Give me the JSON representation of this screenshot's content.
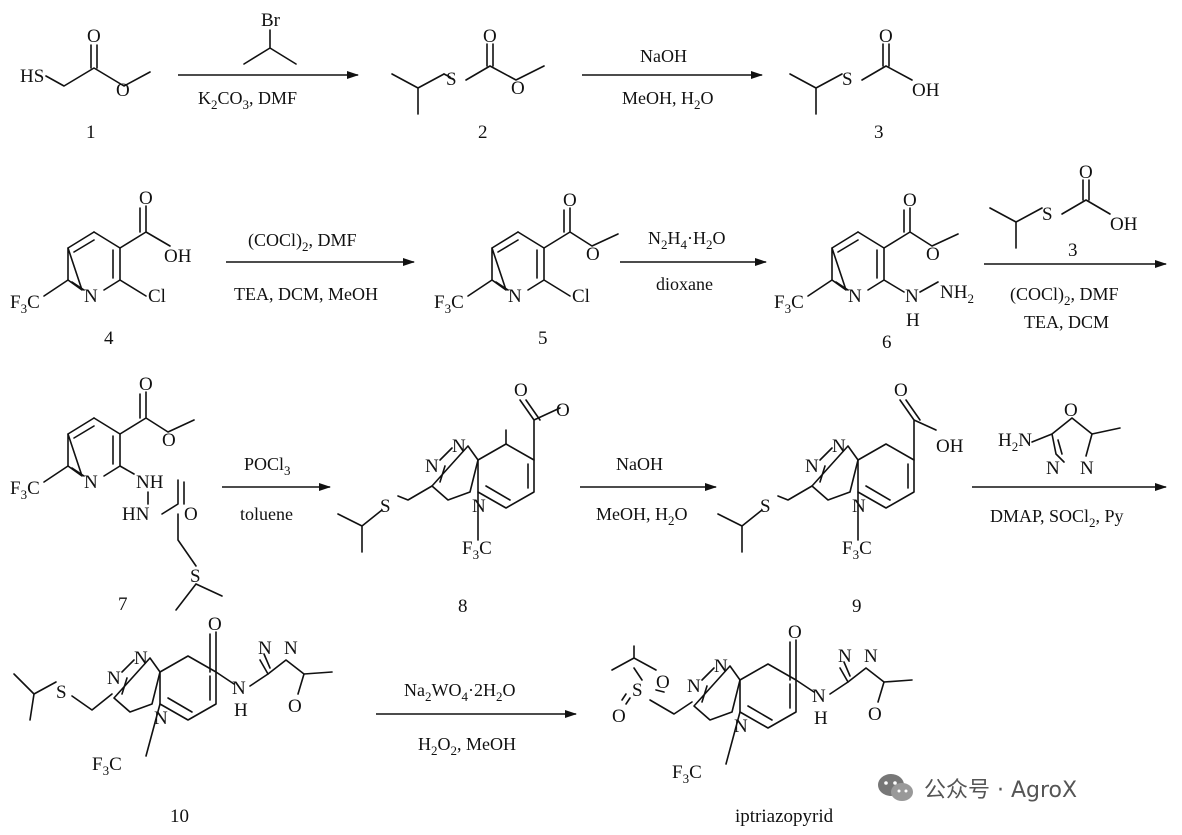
{
  "compounds": [
    {
      "label": "1"
    },
    {
      "label": "2"
    },
    {
      "label": "3"
    },
    {
      "label": "4"
    },
    {
      "label": "5"
    },
    {
      "label": "6"
    },
    {
      "label": "7"
    },
    {
      "label": "8"
    },
    {
      "label": "9"
    },
    {
      "label": "10"
    },
    {
      "label": "iptriazopyrid"
    }
  ],
  "atoms": {
    "br": "Br",
    "hs": "HS",
    "s": "S",
    "o": "O",
    "oh": "OH",
    "n": "N",
    "cl": "Cl",
    "h": "H",
    "nh": "NH",
    "hn": "HN",
    "nh_chain": "N",
    "h2n": "H",
    "h2n_n": "N",
    "sub2": "2",
    "f3c_f": "F",
    "f3c_c": "C",
    "sub3": "3",
    "nh2_n": "NH",
    "oh_h": "OH"
  },
  "reactions": [
    {
      "above": "",
      "below_parts": [
        "K",
        "2",
        "CO",
        "3",
        ", DMF"
      ]
    },
    {
      "above": "NaOH",
      "below_parts": [
        "MeOH, H",
        "2",
        "O"
      ]
    },
    {
      "above_parts": [
        "(COCl)",
        "2",
        ", DMF"
      ],
      "below": "TEA, DCM, MeOH"
    },
    {
      "above_parts": [
        "N",
        "2",
        "H",
        "4",
        "·H",
        "2",
        "O"
      ],
      "below": "dioxane"
    },
    {
      "above_label": "3",
      "below_parts": [
        "(COCl)",
        "2",
        ", DMF"
      ],
      "below2": "TEA, DCM"
    },
    {
      "above_parts": [
        "POCl",
        "3"
      ],
      "below": "toluene"
    },
    {
      "above": "NaOH",
      "below_parts": [
        "MeOH, H",
        "2",
        "O"
      ]
    },
    {
      "below_parts": [
        "DMAP, SOCl",
        "2",
        ", Py"
      ]
    },
    {
      "above_parts": [
        "Na",
        "2",
        "WO",
        "4",
        "·2H",
        "2",
        "O"
      ],
      "below_parts": [
        "H",
        "2",
        "O",
        "2",
        ", MeOH"
      ]
    }
  ],
  "watermark": {
    "text": "公众号 · AgroX",
    "icon": "wechat-icon"
  },
  "colors": {
    "ink": "#111111",
    "watermark": "#555555"
  }
}
